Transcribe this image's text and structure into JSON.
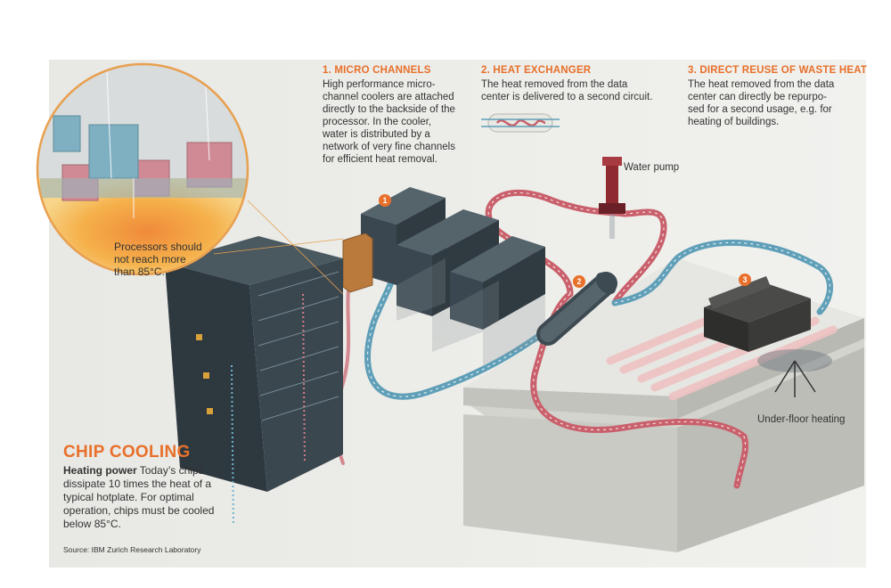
{
  "sections": [
    {
      "number": "1",
      "title": "1. MICRO CHANNELS",
      "body": "High performance micro-\nchannel coolers are attached\ndirectly to the backside of the\nprocessor. In the cooler,\nwater is distributed by a\nnetwork of very fine channels\nfor efficient heat removal."
    },
    {
      "number": "2",
      "title": "2. HEAT EXCHANGER",
      "body": "The heat removed from the data\ncenter is delivered to a second circuit."
    },
    {
      "number": "3",
      "title": "3. DIRECT REUSE OF WASTE HEAT",
      "body": "The heat removed from the data\ncenter can directly be repurpo-\nsed for a second usage, e.g. for\nheating of buildings."
    }
  ],
  "labels": {
    "water_pump": "Water pump",
    "under_floor": "Under-floor heating",
    "processors": "Processors should\nnot reach more\nthan 85°C."
  },
  "main": {
    "title": "CHIP COOLING",
    "lead": "Heating power",
    "body": " Today’s chips dissipate 10 times the heat of a typical hotplate. For optimal operation, chips must be cooled below 85°C."
  },
  "source": "Source: IBM Zurich Research Laboratory",
  "colors": {
    "accent": "#e8702a",
    "hot_pipe": "#c9606b",
    "cold_pipe": "#5f9fb8",
    "server": "#3a4750",
    "background": "#eeeeea"
  }
}
